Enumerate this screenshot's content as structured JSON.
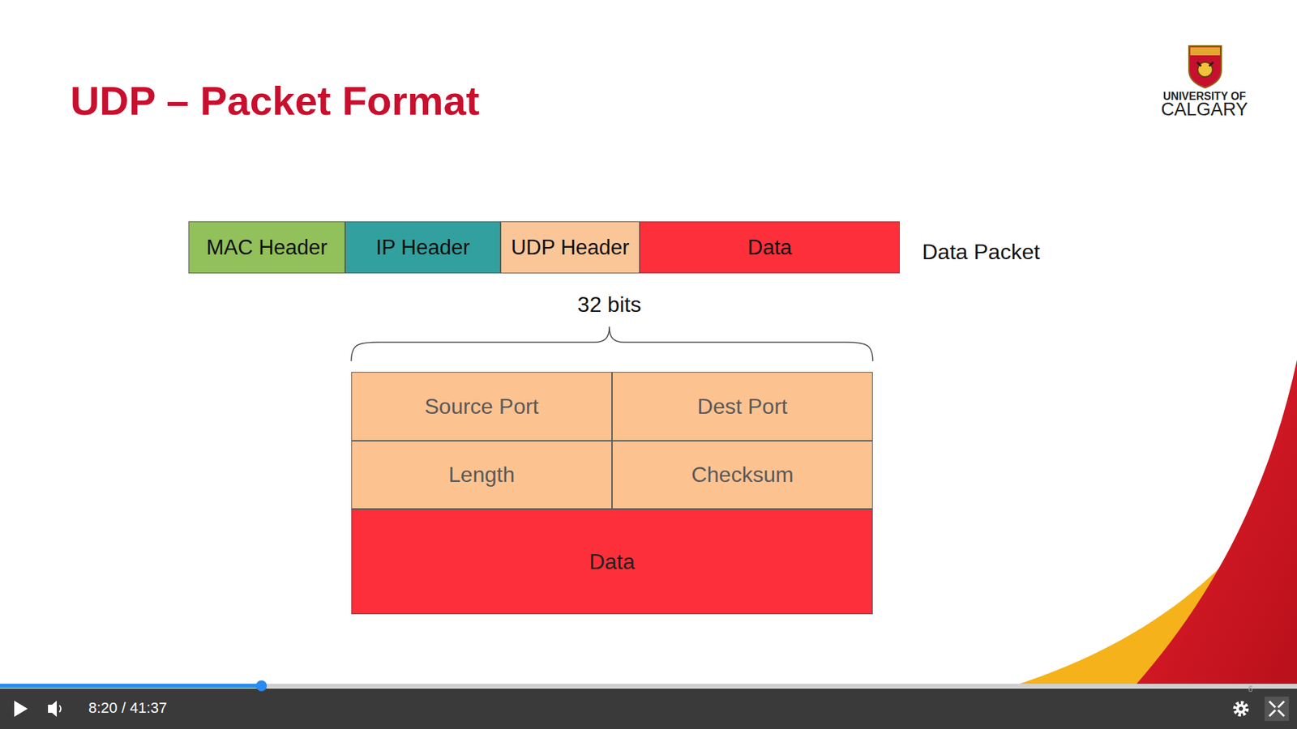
{
  "diagram": {
    "title": "UDP – Packet Format",
    "nodes": [
      {
        "text": [
          "MAC Header"
        ]
      },
      {
        "text": [
          "IP Header"
        ]
      },
      {
        "text": [
          "UDP Header"
        ]
      },
      {
        "text": [
          "Data"
        ]
      },
      {
        "text": [
          "Source Port"
        ]
      },
      {
        "text": [
          "Dest Port"
        ]
      },
      {
        "text": [
          "Length"
        ]
      },
      {
        "text": [
          "Checksum"
        ]
      },
      {
        "text": [
          "Data"
        ]
      }
    ],
    "labels": [
      "Data Packet",
      "32 bits",
      "UNIVERSITY OF",
      "CALGARY",
      "8:20 / 41:37",
      "6"
    ]
  }
}
